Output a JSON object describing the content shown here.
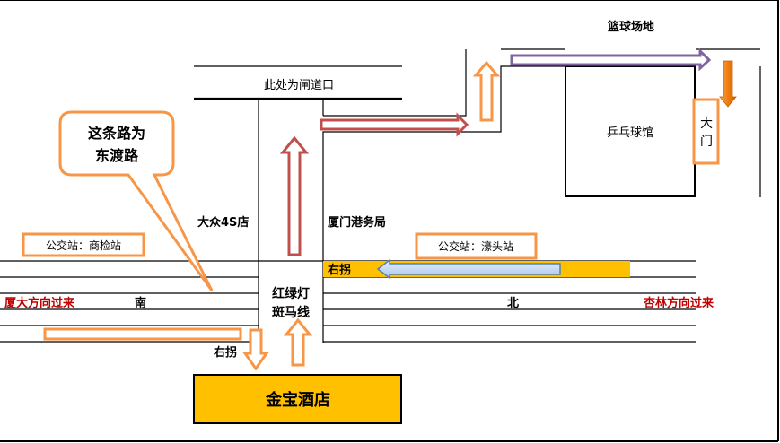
{
  "colors": {
    "red_arrow": "#c0504d",
    "orange": "#f79646",
    "purple": "#8064a2",
    "yellow": "#ffc000",
    "blue_arrow": "#4f81bd",
    "red_text": "#c00000"
  },
  "labels": {
    "gate": "此处为闸道口",
    "basketball": "篮球场地",
    "pingpong": "乒乓球馆",
    "main_gate_1": "大",
    "main_gate_2": "门",
    "callout_1": "这条路为",
    "callout_2": "东渡路",
    "vw": "大众4S店",
    "port": "厦门港务局",
    "bus_left": "公交站：商检站",
    "bus_right": "公交站：濠头站",
    "turn_right_top": "右拐",
    "from_left": "厦大方向过来",
    "south": "南",
    "north": "北",
    "from_right": "杏林方向过来",
    "light_1": "红绿灯",
    "light_2": "斑马线",
    "turn_right_bottom": "右拐",
    "hotel": "金宝酒店"
  }
}
